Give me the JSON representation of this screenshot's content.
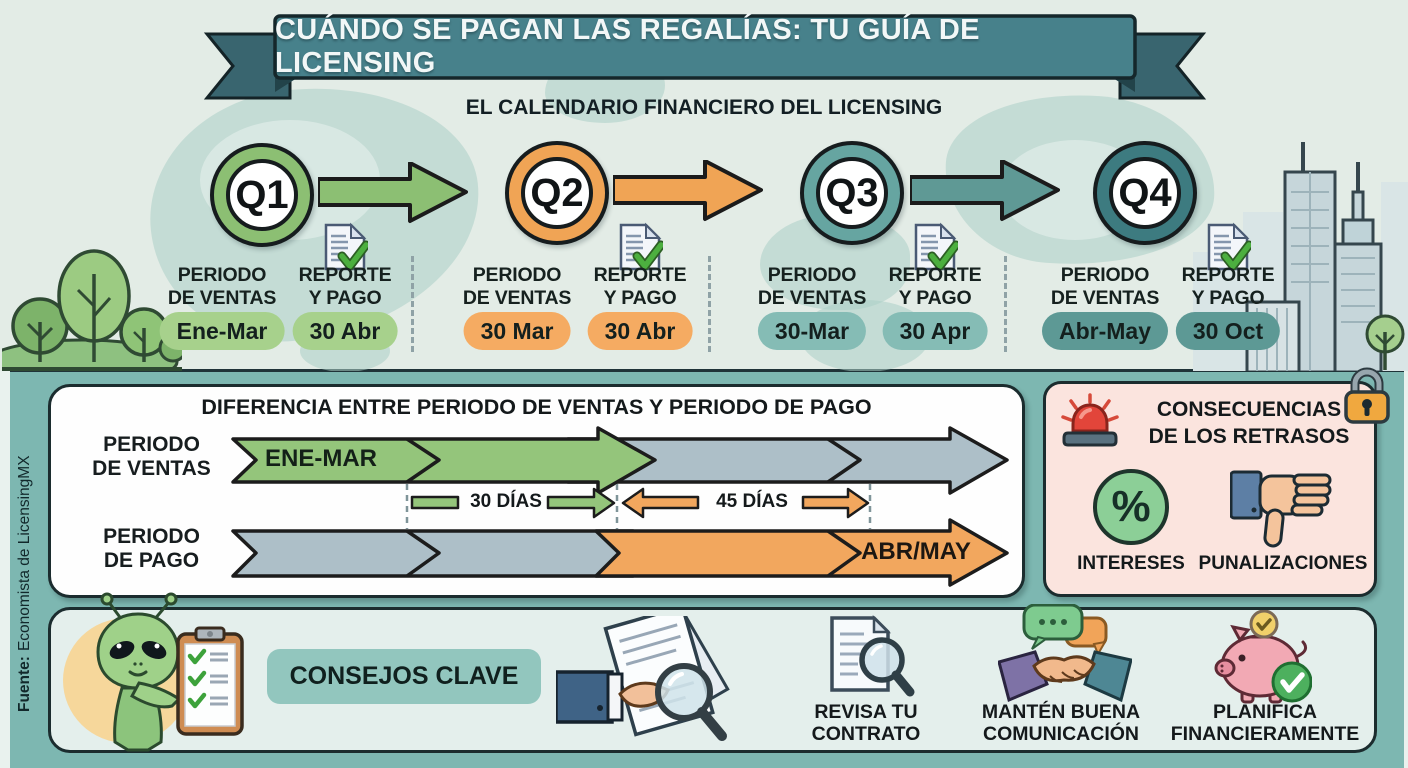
{
  "banner": {
    "title": "CUÁNDO SE PAGAN LAS REGALÍAS: TU GUÍA DE LICENSING"
  },
  "calendar": {
    "subtitle": "EL CALENDARIO FINANCIERO DEL LICENSING",
    "quarters": [
      {
        "id": "Q1",
        "period_label_1": "PERIODO",
        "period_label_2": "DE VENTAS",
        "period_value": "Ene-Mar",
        "report_label_1": "REPORTE",
        "report_label_2": "Y PAGO",
        "report_value": "30 Abr"
      },
      {
        "id": "Q2",
        "period_label_1": "PERIODO",
        "period_label_2": "DE VENTAS",
        "period_value": "30 Mar",
        "report_label_1": "REPORTE",
        "report_label_2": "Y PAGO",
        "report_value": "30 Abr"
      },
      {
        "id": "Q3",
        "period_label_1": "PERIODO",
        "period_label_2": "DE VENTAS",
        "period_value": "30-Mar",
        "report_label_1": "REPORTE",
        "report_label_2": "Y PAGO",
        "report_value": "30 Apr"
      },
      {
        "id": "Q4",
        "period_label_1": "PERIODO",
        "period_label_2": "DE VENTAS",
        "period_value": "Abr-May",
        "report_label_1": "REPORTE",
        "report_label_2": "Y PAGO",
        "report_value": "30 Oct"
      }
    ]
  },
  "timeline": {
    "title": "DIFERENCIA ENTRE PERIODO DE VENTAS Y PERIODO DE PAGO",
    "row1_label_1": "PERIODO",
    "row1_label_2": "DE VENTAS",
    "row1_value": "ENE-MAR",
    "gap_short": "30 DÍAS",
    "gap_long": "45 DÍAS",
    "row2_label_1": "PERIODO",
    "row2_label_2": "DE PAGO",
    "row2_value": "ABR/MAY"
  },
  "consequences": {
    "title_1": "CONSECUENCIAS",
    "title_2": "DE LOS RETRASOS",
    "percent_symbol": "%",
    "items": [
      "INTERESES",
      "PUNALIZACIONES"
    ]
  },
  "tips": {
    "heading": "CONSEJOS CLAVE",
    "items": [
      {
        "line1": "REVISA TU",
        "line2": "CONTRATO"
      },
      {
        "line1": "MANTÉN BUENA",
        "line2": "COMUNICACIÓN"
      },
      {
        "line1": "PLANIFICA",
        "line2": "FINANCIERAMENTE"
      }
    ]
  },
  "source": {
    "label": "Fuente:",
    "text": "Economista de LicensingMX"
  },
  "icons": {
    "report_doc": "document-with-green-check",
    "siren": "red-alarm-siren",
    "padlock": "orange-padlock",
    "percent": "percent-in-green-circle",
    "thumbs_down": "thumbs-down-hand",
    "alien": "green-alien-mascot-with-clipboard",
    "hand_document": "hand-holding-contract-with-magnifier",
    "contract_magnifier": "document-with-magnifying-glass",
    "handshake": "handshake-with-chat-bubbles",
    "piggy_bank": "piggy-bank-with-coin-and-check",
    "trees": "green-trees",
    "buildings": "city-skyline"
  },
  "colors": {
    "ribbon_teal": "#47818b",
    "lower_teal": "#7db7b1",
    "top_bg": "#e3ece6",
    "map_shape": "#abcfc6",
    "q1_green": "#8cbf73",
    "q2_orange": "#f0a455",
    "q3_teal": "#66a5a1",
    "q4_dark_teal": "#3d7b80",
    "badge_q1": "#a7d18c",
    "badge_q2": "#f5ab62",
    "badge_q3": "#85bcb5",
    "badge_q4": "#5d9995",
    "gray_arrow": "#adbfc8",
    "pink_panel": "#fbe4de",
    "tips_panel": "#e4efec",
    "pill_teal": "#92c6be",
    "yellow_circle": "#f6d79b"
  }
}
